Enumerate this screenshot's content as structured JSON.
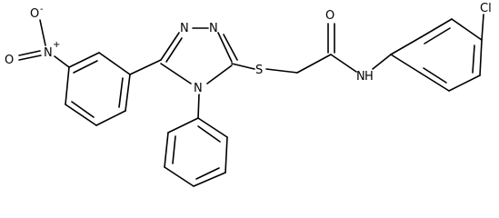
{
  "molecule": {
    "atoms": {
      "nitro_O_top": "O",
      "nitro_O_top_charge": "-",
      "nitro_O_left": "O",
      "nitro_N": "N",
      "nitro_N_charge": "+",
      "triazole_N1": "N",
      "triazole_N2": "N",
      "triazole_N4": "N",
      "thioether_S": "S",
      "carbonyl_O": "O",
      "amide_N": "N",
      "amide_H": "H",
      "chlorine": "Cl"
    }
  },
  "colors": {
    "ink": "#000000",
    "background": "#ffffff"
  }
}
